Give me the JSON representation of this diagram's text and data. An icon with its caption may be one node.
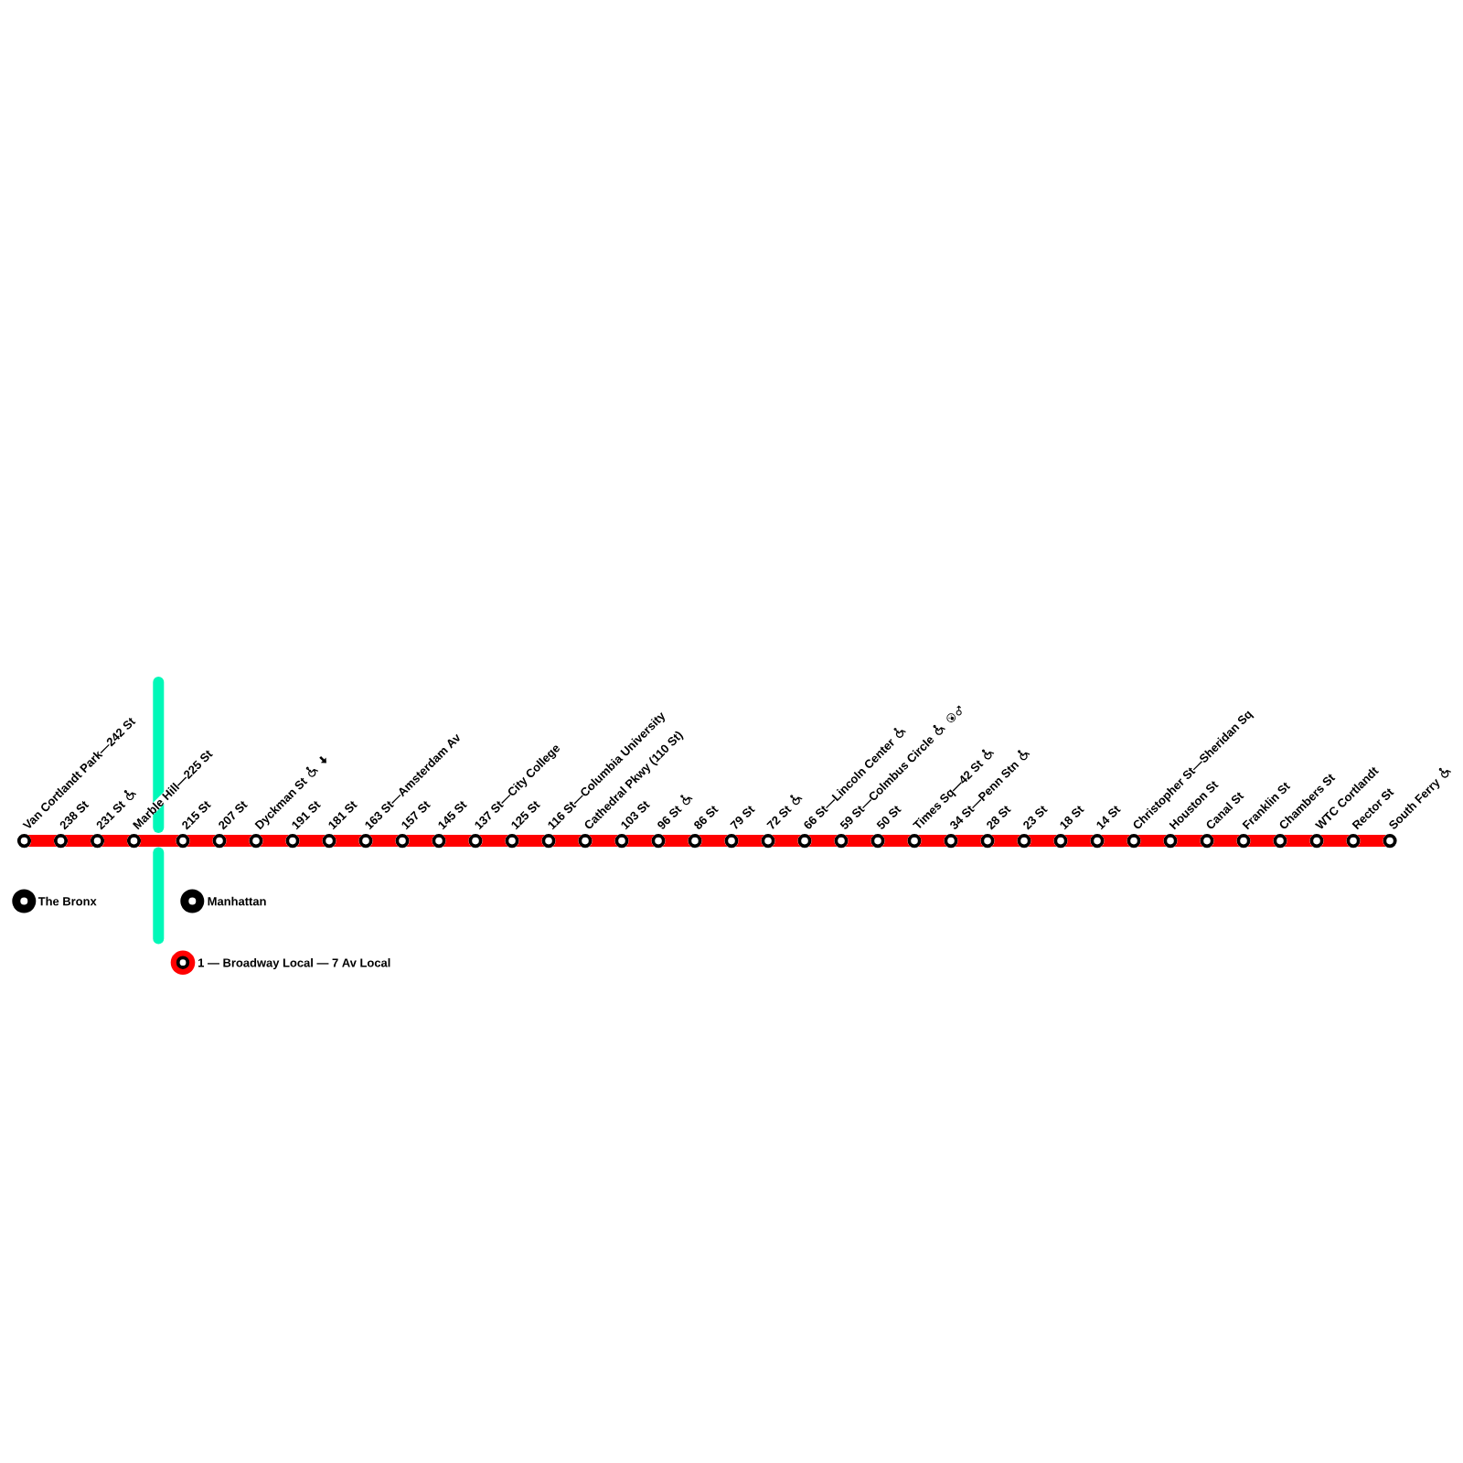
{
  "diagram": {
    "nodes": [
      {
        "text": [],
        "shape": "circle",
        "beside": [
          "Van Cortlandt Park—242 St"
        ]
      },
      {
        "text": [],
        "shape": "circle",
        "beside": [
          "238 St"
        ]
      },
      {
        "text": [],
        "shape": "circle",
        "beside": [
          "231 St"
        ]
      },
      {
        "text": [],
        "shape": "circle",
        "beside": [
          "Marble Hill—225 St"
        ]
      },
      {
        "text": [],
        "shape": "circle",
        "beside": [
          "215 St"
        ]
      },
      {
        "text": [],
        "shape": "circle",
        "beside": [
          "207 St"
        ]
      },
      {
        "text": [],
        "shape": "circle",
        "beside": [
          "Dyckman St"
        ]
      },
      {
        "text": [],
        "shape": "circle",
        "beside": [
          "191 St"
        ]
      },
      {
        "text": [],
        "shape": "circle",
        "beside": [
          "181 St"
        ]
      },
      {
        "text": [],
        "shape": "circle",
        "beside": [
          "163 St—Amsterdam Av"
        ]
      },
      {
        "text": [],
        "shape": "circle",
        "beside": [
          "157 St"
        ]
      },
      {
        "text": [],
        "shape": "circle",
        "beside": [
          "145 St"
        ]
      },
      {
        "text": [],
        "shape": "circle",
        "beside": [
          "137 St—City College"
        ]
      },
      {
        "text": [],
        "shape": "circle",
        "beside": [
          "125 St"
        ]
      },
      {
        "text": [],
        "shape": "circle",
        "beside": [
          "116 St—Columbia University"
        ]
      },
      {
        "text": [],
        "shape": "circle",
        "beside": [
          "Cathedral Pkwy (110 St)"
        ]
      },
      {
        "text": [],
        "shape": "circle",
        "beside": [
          "103 St"
        ]
      },
      {
        "text": [],
        "shape": "circle",
        "beside": [
          "96 St"
        ]
      },
      {
        "text": [],
        "shape": "circle",
        "beside": [
          "86 St"
        ]
      },
      {
        "text": [],
        "shape": "circle",
        "beside": [
          "79 St"
        ]
      },
      {
        "text": [],
        "shape": "circle",
        "beside": [
          "72 St"
        ]
      },
      {
        "text": [],
        "shape": "circle",
        "beside": [
          "66 St—Lincoln Center"
        ]
      },
      {
        "text": [],
        "shape": "circle",
        "beside": [
          "59 St—Colmbus Circle"
        ]
      },
      {
        "text": [],
        "shape": "circle",
        "beside": [
          "50 St"
        ]
      },
      {
        "text": [],
        "shape": "circle",
        "beside": [
          "Times Sq—42 St"
        ]
      },
      {
        "text": [],
        "shape": "circle",
        "beside": [
          "34 St—Penn Stn"
        ]
      },
      {
        "text": [],
        "shape": "circle",
        "beside": [
          "28 St"
        ]
      },
      {
        "text": [],
        "shape": "circle",
        "beside": [
          "23 St"
        ]
      },
      {
        "text": [],
        "shape": "circle",
        "beside": [
          "18 St"
        ]
      },
      {
        "text": [],
        "shape": "circle",
        "beside": [
          "14 St"
        ]
      },
      {
        "text": [],
        "shape": "circle",
        "beside": [
          "Christopher St—Sheridan Sq"
        ]
      },
      {
        "text": [],
        "shape": "circle",
        "beside": [
          "Houston St"
        ]
      },
      {
        "text": [],
        "shape": "circle",
        "beside": [
          "Canal St"
        ]
      },
      {
        "text": [],
        "shape": "circle",
        "beside": [
          "Franklin St"
        ]
      },
      {
        "text": [],
        "shape": "circle",
        "beside": [
          "Chambers St"
        ]
      },
      {
        "text": [],
        "shape": "circle",
        "beside": [
          "WTC Cortlandt"
        ]
      },
      {
        "text": [],
        "shape": "circle",
        "beside": [
          "Rector St"
        ]
      },
      {
        "text": [],
        "shape": "circle",
        "beside": [
          "South Ferry"
        ]
      }
    ],
    "edges": [
      {
        "from": 0,
        "to": 1,
        "arrow": "none"
      },
      {
        "from": 1,
        "to": 2,
        "arrow": "none"
      },
      {
        "from": 2,
        "to": 3,
        "arrow": "none"
      },
      {
        "from": 3,
        "to": 4,
        "arrow": "none"
      },
      {
        "from": 4,
        "to": 5,
        "arrow": "none"
      },
      {
        "from": 5,
        "to": 6,
        "arrow": "none"
      },
      {
        "from": 6,
        "to": 7,
        "arrow": "none"
      },
      {
        "from": 7,
        "to": 8,
        "arrow": "none"
      },
      {
        "from": 8,
        "to": 9,
        "arrow": "none"
      },
      {
        "from": 9,
        "to": 10,
        "arrow": "none"
      },
      {
        "from": 10,
        "to": 11,
        "arrow": "none"
      },
      {
        "from": 11,
        "to": 12,
        "arrow": "none"
      },
      {
        "from": 12,
        "to": 13,
        "arrow": "none"
      },
      {
        "from": 13,
        "to": 14,
        "arrow": "none"
      },
      {
        "from": 14,
        "to": 15,
        "arrow": "none"
      },
      {
        "from": 15,
        "to": 16,
        "arrow": "none"
      },
      {
        "from": 16,
        "to": 17,
        "arrow": "none"
      },
      {
        "from": 17,
        "to": 18,
        "arrow": "none"
      },
      {
        "from": 18,
        "to": 19,
        "arrow": "none"
      },
      {
        "from": 19,
        "to": 20,
        "arrow": "none"
      },
      {
        "from": 20,
        "to": 21,
        "arrow": "none"
      },
      {
        "from": 21,
        "to": 22,
        "arrow": "none"
      },
      {
        "from": 22,
        "to": 23,
        "arrow": "none"
      },
      {
        "from": 23,
        "to": 24,
        "arrow": "none"
      },
      {
        "from": 24,
        "to": 25,
        "arrow": "none"
      },
      {
        "from": 25,
        "to": 26,
        "arrow": "none"
      },
      {
        "from": 26,
        "to": 27,
        "arrow": "none"
      },
      {
        "from": 27,
        "to": 28,
        "arrow": "none"
      },
      {
        "from": 28,
        "to": 29,
        "arrow": "none"
      },
      {
        "from": 29,
        "to": 30,
        "arrow": "none"
      },
      {
        "from": 30,
        "to": 31,
        "arrow": "none"
      },
      {
        "from": 31,
        "to": 32,
        "arrow": "none"
      },
      {
        "from": 32,
        "to": 33,
        "arrow": "none"
      },
      {
        "from": 33,
        "to": 34,
        "arrow": "none"
      },
      {
        "from": 34,
        "to": 35,
        "arrow": "none"
      },
      {
        "from": 35,
        "to": 36,
        "arrow": "none"
      },
      {
        "from": 36,
        "to": 37,
        "arrow": "none"
      }
    ],
    "legend": [
      {
        "text": "The Bronx"
      },
      {
        "text": "Manhattan"
      },
      {
        "text": "1 — Broadway Local — 7 Av Local"
      }
    ]
  }
}
